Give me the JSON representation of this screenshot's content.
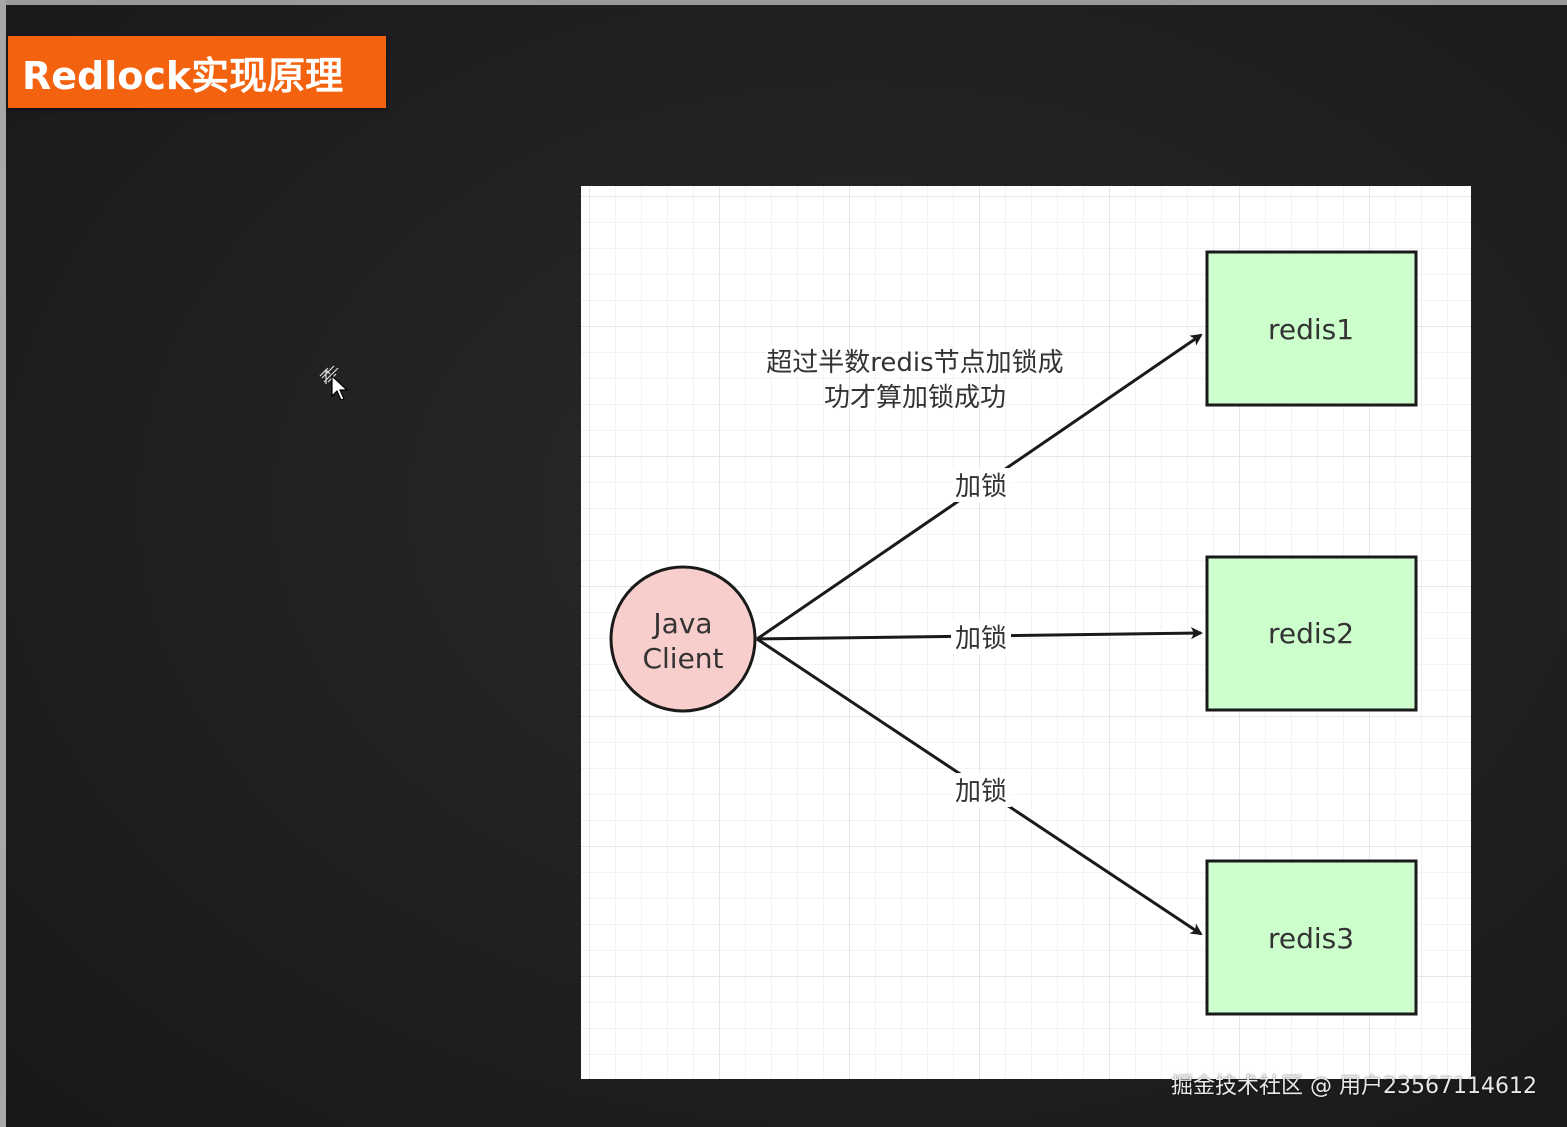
{
  "slide": {
    "title": "Redlock实现原理",
    "title_bg_color": "#f2620f"
  },
  "diagram": {
    "client": {
      "label_line1": "Java",
      "label_line2": "Client",
      "fill_color": "#f8cecc"
    },
    "nodes": [
      {
        "label": "redis1",
        "fill_color": "#ccffcc"
      },
      {
        "label": "redis2",
        "fill_color": "#ccffcc"
      },
      {
        "label": "redis3",
        "fill_color": "#ccffcc"
      }
    ],
    "edges": [
      {
        "from": "Java Client",
        "to": "redis1",
        "label": "加锁"
      },
      {
        "from": "Java Client",
        "to": "redis2",
        "label": "加锁"
      },
      {
        "from": "Java Client",
        "to": "redis3",
        "label": "加锁"
      }
    ],
    "note": {
      "line1": "超过半数redis节点加锁成",
      "line2": "功才算加锁成功"
    }
  },
  "cursor_icon": "move-cursor-icon",
  "watermark": "掘金技术社区 @ 用户23567114612"
}
